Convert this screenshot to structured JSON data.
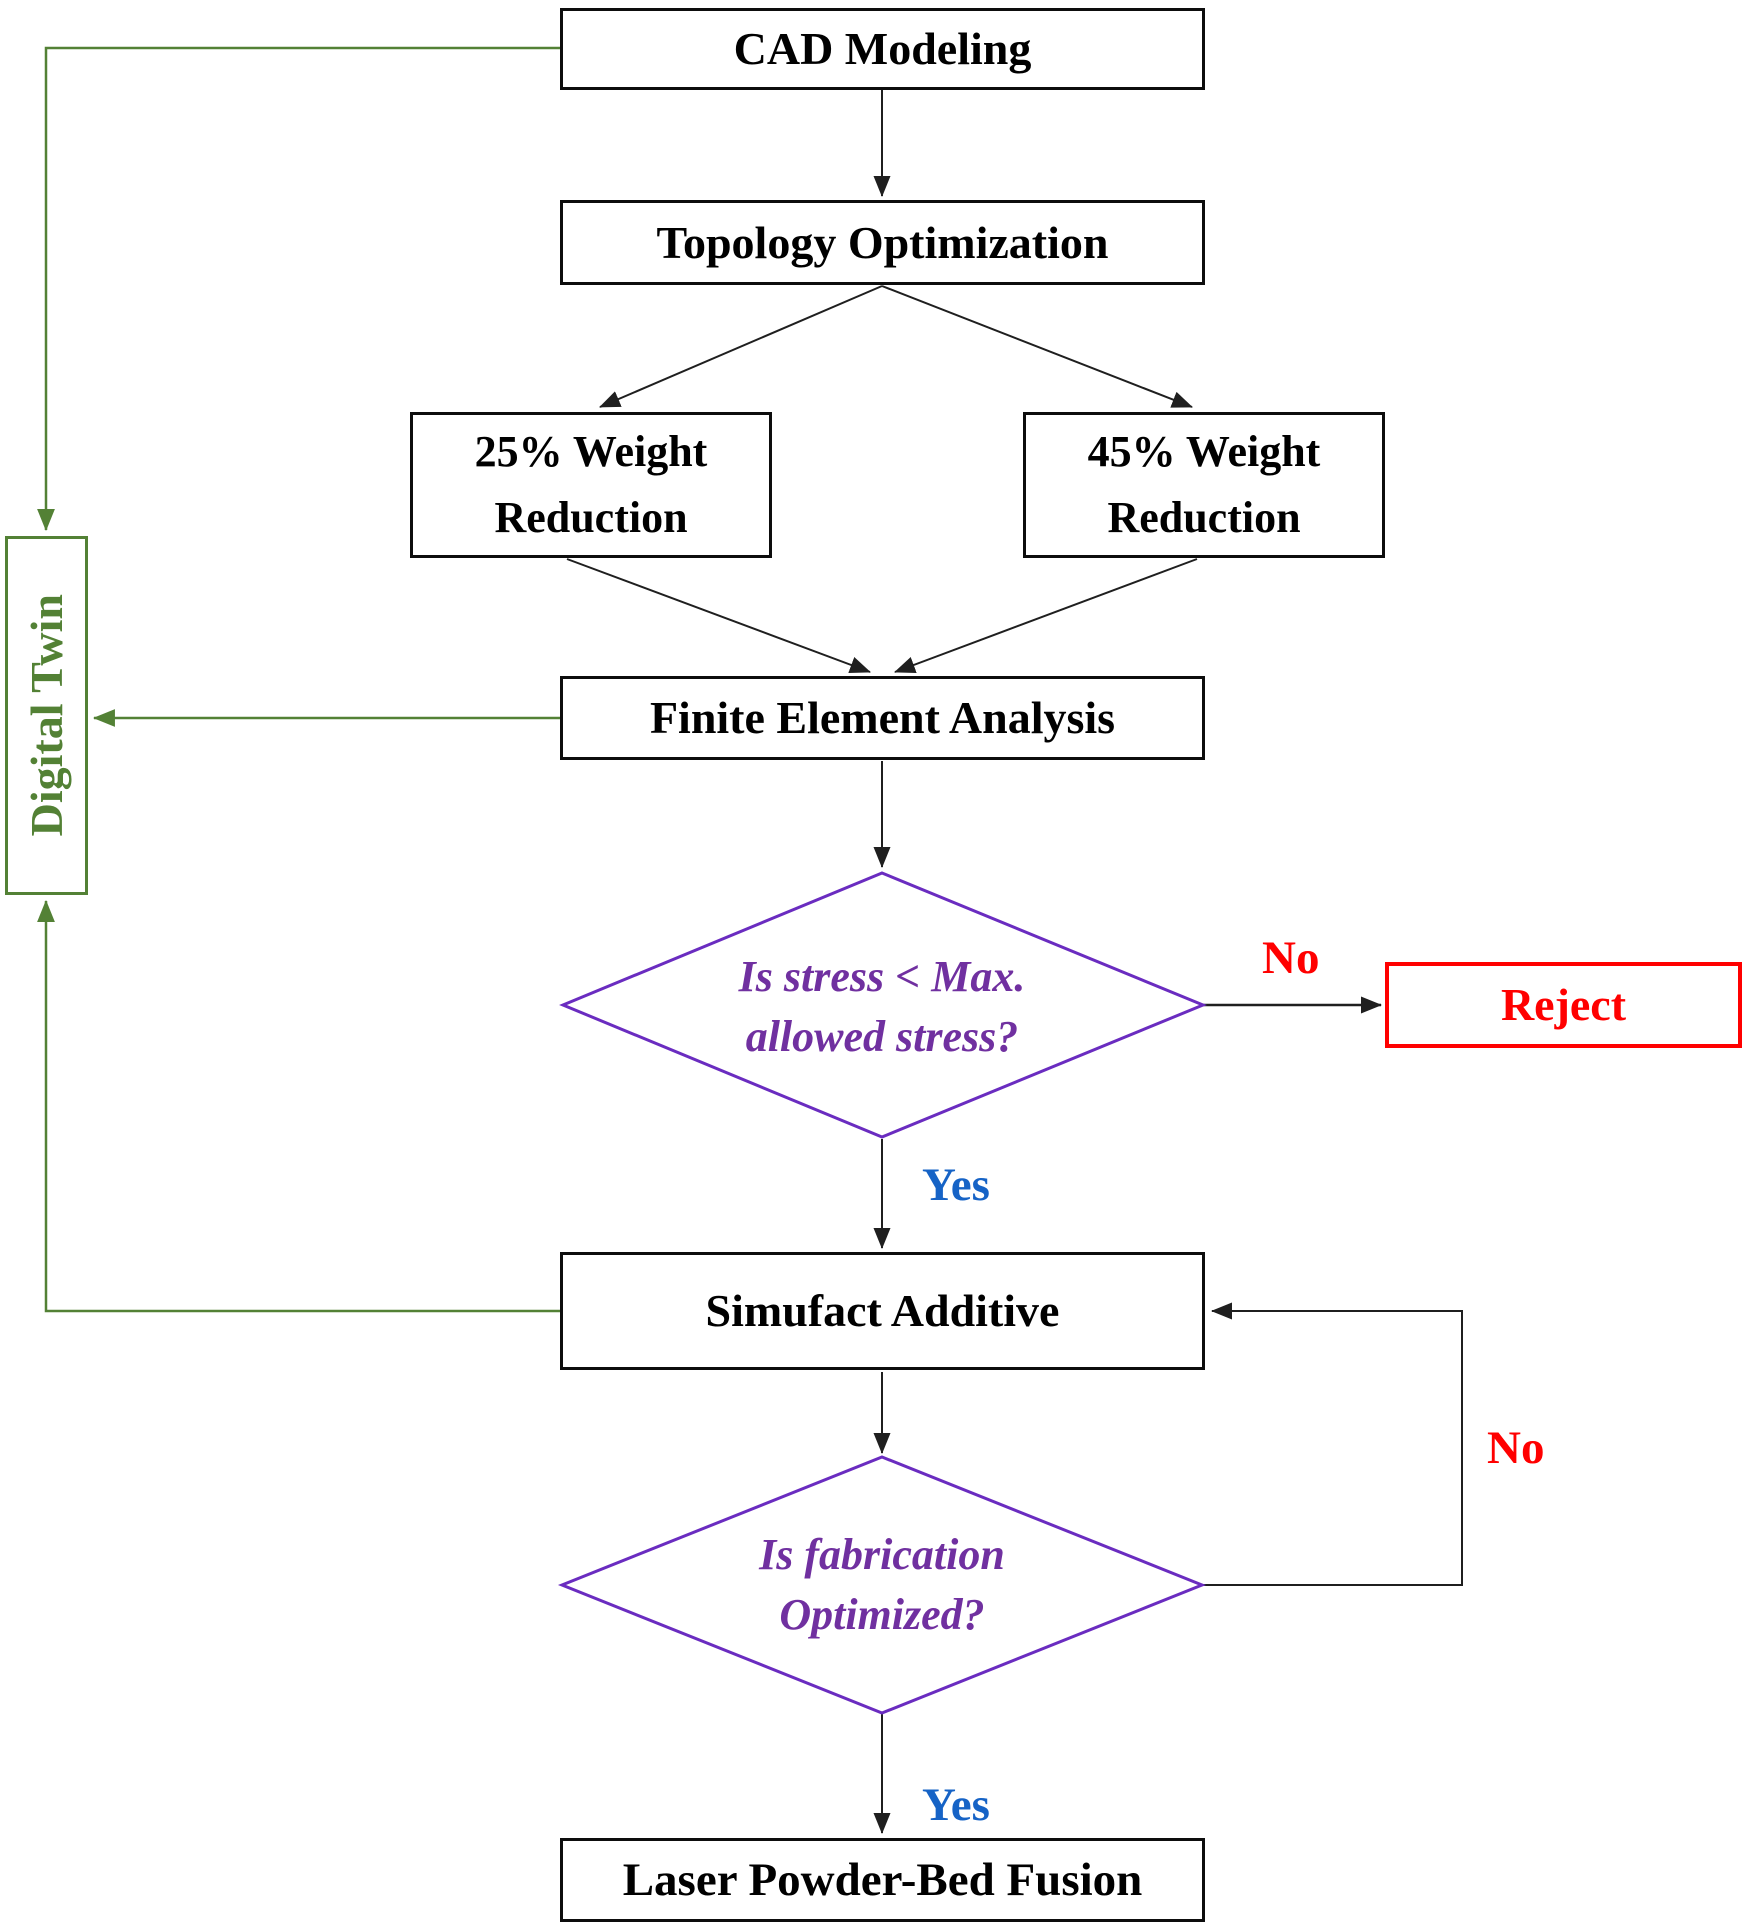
{
  "colors": {
    "green": "#538135",
    "purple-border": "#6A2CC0",
    "purple-text": "#7030A0",
    "red": "#FF0000",
    "blue": "#1663C6",
    "line": "#1f1f1f"
  },
  "nodes": {
    "cad": {
      "label": "CAD Modeling"
    },
    "topology": {
      "label": "Topology Optimization"
    },
    "wr25": {
      "line1": "25% Weight",
      "line2": "Reduction"
    },
    "wr45": {
      "line1": "45% Weight",
      "line2": "Reduction"
    },
    "fea": {
      "label": "Finite Element Analysis"
    },
    "simufact": {
      "label": "Simufact Additive"
    },
    "laser": {
      "label": "Laser Powder-Bed Fusion"
    },
    "reject": {
      "label": "Reject"
    },
    "digital_twin": {
      "label": "Digital Twin"
    }
  },
  "decisions": {
    "stress": {
      "line1": "Is stress < Max.",
      "line2": "allowed stress?"
    },
    "fabrication": {
      "line1": "Is fabrication",
      "line2": "Optimized?"
    }
  },
  "edge_labels": {
    "stress_no": "No",
    "stress_yes": "Yes",
    "fabrication_no": "No",
    "fabrication_yes": "Yes"
  }
}
